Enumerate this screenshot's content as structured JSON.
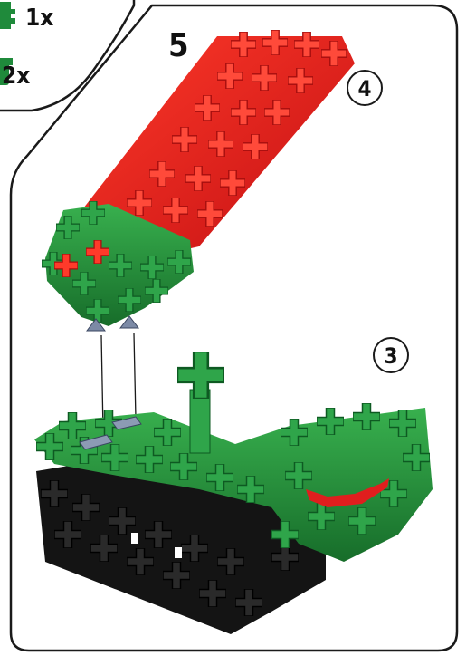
{
  "step_number": "5",
  "parts_list": [
    {
      "count": "1x",
      "icon": "green-plus-piece-icon",
      "color": "#1f8a3b"
    },
    {
      "count": "2x",
      "icon": "green-bend-piece-icon",
      "color": "#1f8a3b"
    }
  ],
  "callouts": {
    "top": "4",
    "bottom": "3"
  },
  "colors": {
    "red": "#e01e1e",
    "red_dark": "#a50e0e",
    "green": "#22923c",
    "green_dark": "#0e5a22",
    "black": "#141414",
    "grey_connector": "#7c8aa6"
  }
}
